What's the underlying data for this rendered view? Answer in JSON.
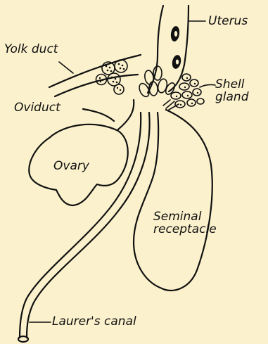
{
  "labels": {
    "uterus": "Uterus",
    "yolk_duct": "Yolk duct",
    "shell_gland": "Shell gland",
    "oviduct": "Oviduct",
    "ovary": "Ovary",
    "seminal_receptacle": "Seminal receptacle",
    "laurers_canal": "Laurer's canal"
  },
  "colors": {
    "background": "#fbf1cc",
    "ink": "#111111"
  }
}
